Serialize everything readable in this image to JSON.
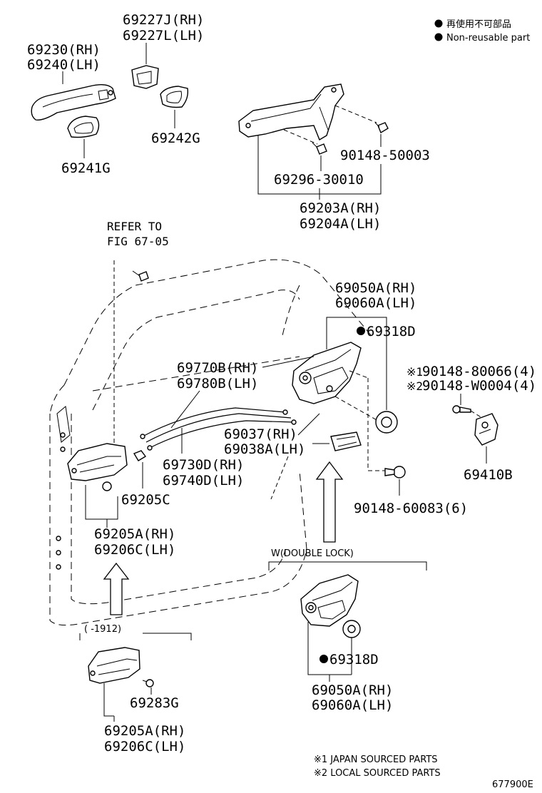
{
  "legend": {
    "dot_color": "#000000",
    "line1": "再使用不可部品",
    "line2": "Non-reusable part"
  },
  "labels": {
    "l69230": "69230(RH)",
    "l69240": "69240(LH)",
    "l69227J": "69227J(RH)",
    "l69227L": "69227L(LH)",
    "l69241G": "69241G",
    "l69242G": "69242G",
    "l90148_50003": "90148-50003",
    "l69296": "69296-30010",
    "l69203A": "69203A(RH)",
    "l69204A": "69204A(LH)",
    "refer1": "REFER TO",
    "refer2": "FIG 67-05",
    "l69050A_top": "69050A(RH)",
    "l69060A_top": "69060A(LH)",
    "l69318D_top": "69318D",
    "l69770B": "69770B(RH)",
    "l69780B": "69780B(LH)",
    "l90148_80066": "90148-80066(4)",
    "l90148_W0004": "90148-W0004(4)",
    "note1_mark": "※1",
    "note2_mark": "※2",
    "l69037": "69037(RH)",
    "l69038A": "69038A(LH)",
    "l69730D": "69730D(RH)",
    "l69740D": "69740D(LH)",
    "l69410B": "69410B",
    "l69205C": "69205C",
    "l90148_60083": "90148-60083(6)",
    "l69205A_mid": "69205A(RH)",
    "l69206C_mid": "69206C(LH)",
    "double_lock": "W(DOUBLE LOCK)",
    "range_1912": "(   -1912)",
    "l69318D_bot": "69318D",
    "l69283G": "69283G",
    "l69050A_bot": "69050A(RH)",
    "l69060A_bot": "69060A(LH)",
    "l69205A_bot": "69205A(RH)",
    "l69206C_bot": "69206C(LH)"
  },
  "footnotes": {
    "n1": "※1 JAPAN SOURCED PARTS",
    "n2": "※2 LOCAL SOURCED PARTS"
  },
  "figure_code": "677900E"
}
